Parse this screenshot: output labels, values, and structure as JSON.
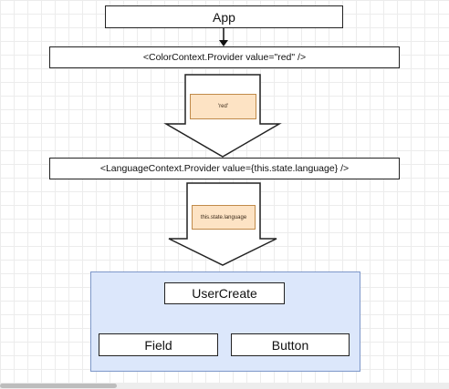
{
  "nodes": {
    "app": "App",
    "color_provider": "<ColorContext.Provider value=\"red\" />",
    "language_provider": "<LanguageContext.Provider value={this.state.language} />",
    "user_create": "UserCreate",
    "field": "Field",
    "button": "Button"
  },
  "flow_values": {
    "red": "'red'",
    "language": "this.state.language"
  },
  "colors": {
    "group_fill": "#dce7fb",
    "value_chip_fill": "#fde3c4",
    "line": "#111111"
  }
}
